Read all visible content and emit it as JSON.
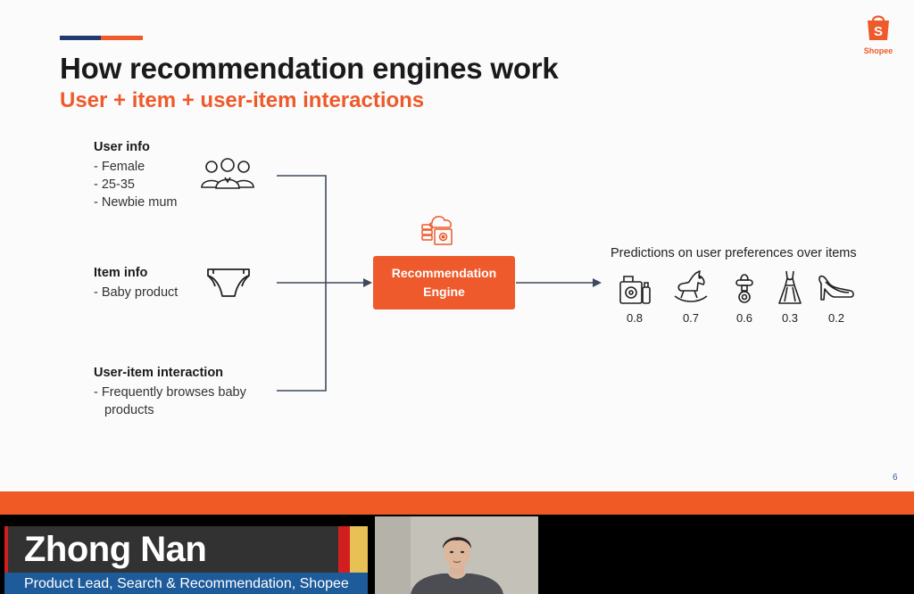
{
  "slide": {
    "title": "How recommendation engines work",
    "subtitle": "User + item + user-item interactions",
    "page_number": "6",
    "logo_text": "Shopee",
    "logo_letter": "S"
  },
  "user_info": {
    "title": "User info",
    "lines": [
      "- Female",
      "- 25-35",
      "- Newbie mum"
    ]
  },
  "item_info": {
    "title": "Item info",
    "lines": [
      "- Baby product"
    ]
  },
  "interaction": {
    "title": "User-item interaction",
    "lines": [
      "- Frequently browses baby",
      "products"
    ]
  },
  "engine": {
    "line1": "Recommendation",
    "line2": "Engine"
  },
  "predictions": {
    "heading": "Predictions on user preferences over items",
    "items": [
      {
        "icon": "baby-gear-icon",
        "value": "0.8"
      },
      {
        "icon": "rocking-horse-icon",
        "value": "0.7"
      },
      {
        "icon": "pacifier-icon",
        "value": "0.6"
      },
      {
        "icon": "dress-icon",
        "value": "0.3"
      },
      {
        "icon": "high-heel-icon",
        "value": "0.2"
      }
    ]
  },
  "speaker": {
    "name": "Zhong Nan",
    "role": "Product Lead, Search & Recommendation, Shopee"
  },
  "colors": {
    "accent_orange": "#ee5a2b",
    "accent_blue": "#1f3b70",
    "connector": "#3d4b5c"
  }
}
